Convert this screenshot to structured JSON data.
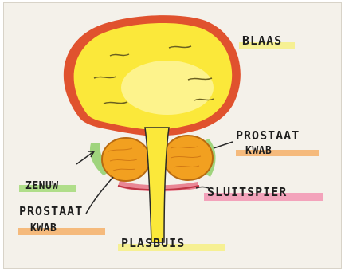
{
  "labels": {
    "blaas": "BLAAS",
    "prostaat_right_line1": "PROSTAAT",
    "prostaat_right_line2": "KWAB",
    "zenuw": "ZENUW",
    "prostaat_left_line1": "PROSTAAT",
    "prostaat_left_line2": "KWAB",
    "sluitspier": "SLUITSPIER",
    "plasbuis": "PLASBUIS"
  },
  "colors": {
    "bladder_fill": "#fbe83a",
    "bladder_wall": "#e0522e",
    "prostate_fill": "#f2a020",
    "nerve_green": "#8fcf6a",
    "sphincter_pink": "#e87b8c",
    "highlight_yellow": "#f6f08a",
    "highlight_orange": "#f4b068",
    "highlight_green": "#a8dc80",
    "highlight_pink": "#f39ab6"
  }
}
